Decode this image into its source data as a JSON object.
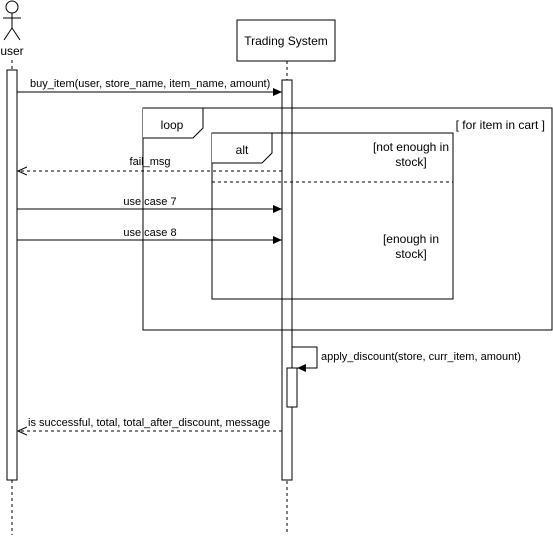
{
  "participants": {
    "actor": {
      "label": "user"
    },
    "system": {
      "label": "Trading System"
    }
  },
  "messages": {
    "buy_item": "buy_item(user, store_name, item_name, amount)",
    "fail_msg": "fail_msg",
    "use_case_7": "use case 7",
    "use_case_8": "use case 8",
    "apply_discount": "apply_discount(store, curr_item, amount)",
    "result": "is successful, total, total_after_discount, message"
  },
  "fragments": {
    "loop": {
      "operator": "loop",
      "guard": "[ for item in cart ]"
    },
    "alt": {
      "operator": "alt",
      "guard1_line1": "[not enough in",
      "guard1_line2": "stock]",
      "guard2_line1": "[enough in",
      "guard2_line2": "stock]"
    }
  }
}
